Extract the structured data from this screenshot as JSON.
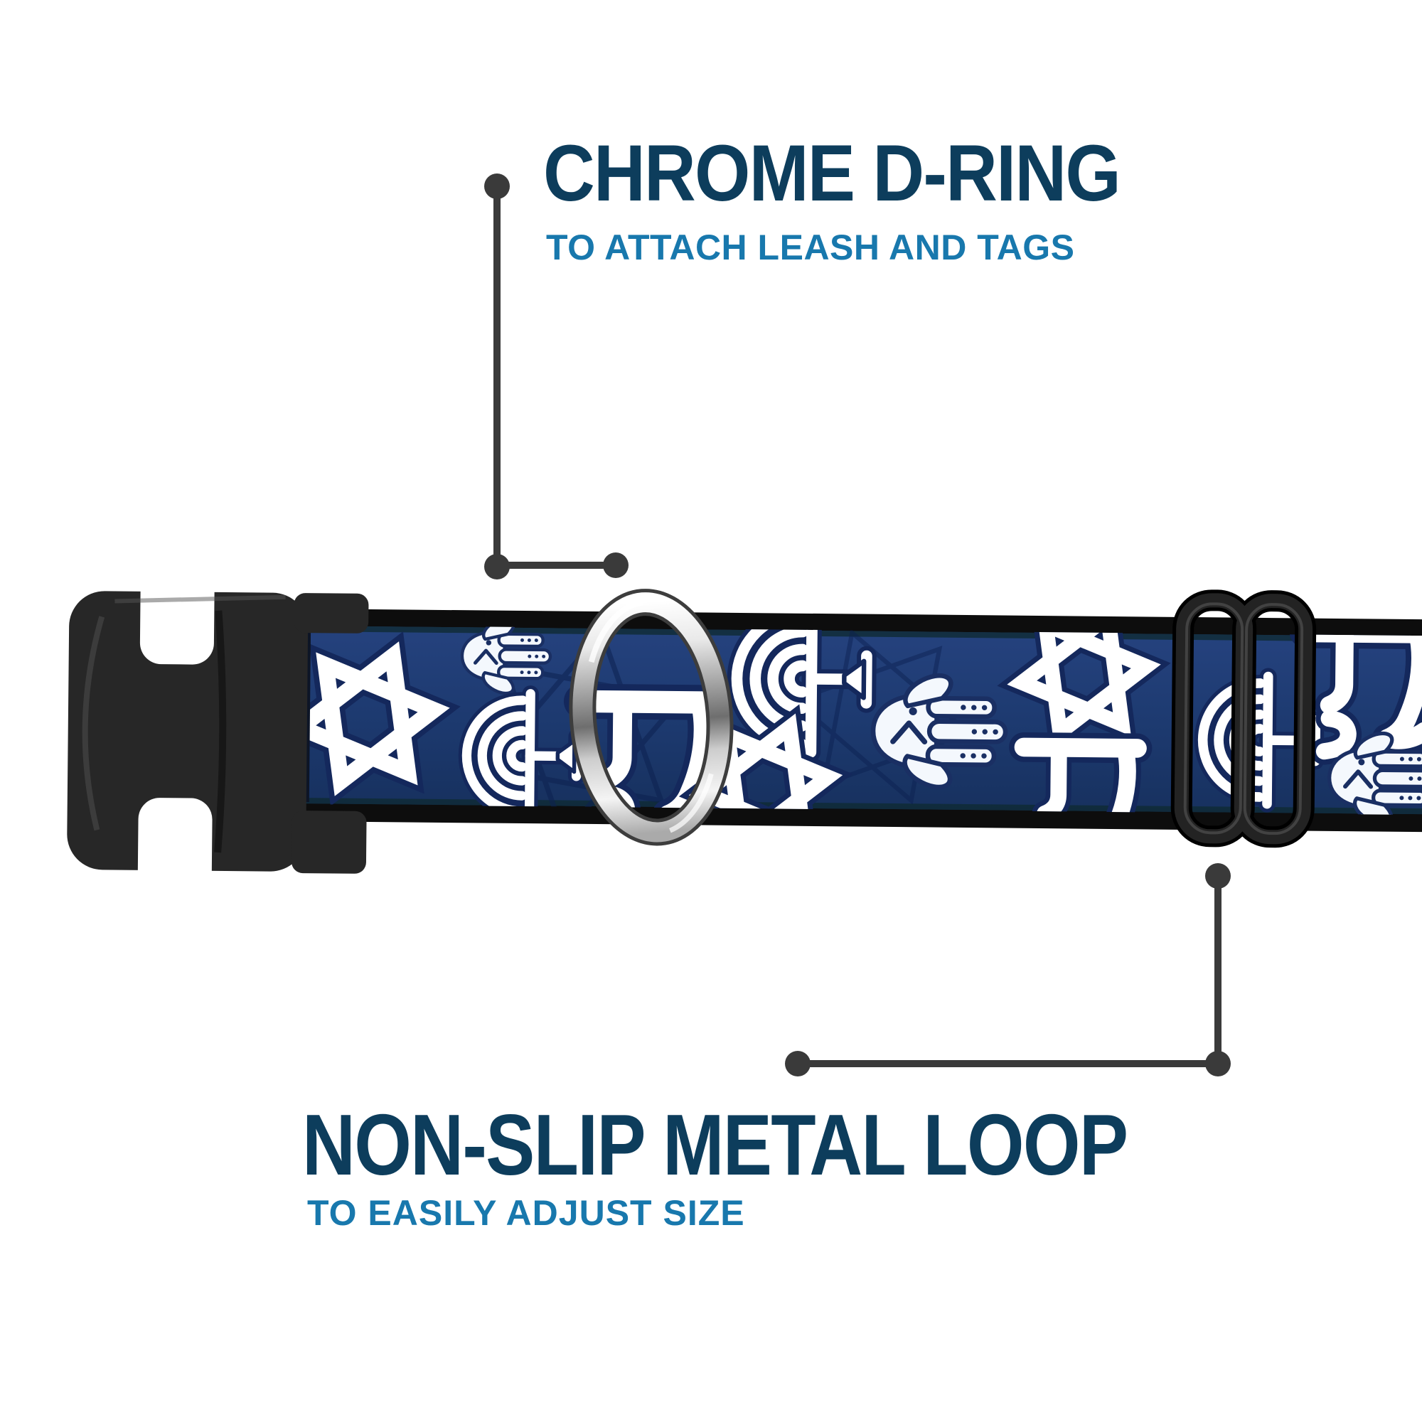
{
  "callouts": {
    "dring": {
      "title": "CHROME D-RING",
      "subtitle": "TO ATTACH LEASH AND TAGS"
    },
    "loop": {
      "title": "NON-SLIP METAL LOOP",
      "subtitle": "TO EASILY ADJUST SIZE"
    }
  },
  "colors": {
    "page-bg": "#ffffff",
    "heading": "#0d3d5c",
    "subheading": "#1878ad",
    "callout": "#3a3a3a",
    "webbing": "#1d3a70",
    "webbing-light": "#25427e",
    "webbing-dark": "#17315f",
    "edge": "#0d0d0d",
    "outline": "#14285c",
    "symbol": "#ffffff",
    "buckle": "#272727",
    "triglide": "#232323"
  },
  "icons": {
    "pattern": [
      "star-of-david-icon",
      "menorah-icon",
      "hamsa-icon",
      "chai-icon"
    ],
    "hardware": [
      "side-release-buckle-icon",
      "chrome-d-ring-icon",
      "tri-glide-loop-icon"
    ]
  }
}
